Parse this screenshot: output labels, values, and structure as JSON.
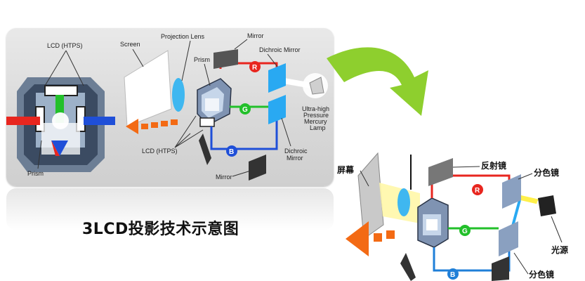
{
  "caption": "3LCD投影技术示意图",
  "english_labels": {
    "lcd_top": "LCD (HTPS)",
    "screen": "Screen",
    "projection_lens": "Projection Lens",
    "mirror_top": "Mirror",
    "prism_small": "Prism",
    "dichroic_top": "Dichroic Mirror",
    "lamp_1": "Ultra-high",
    "lamp_2": "Pressure",
    "lamp_3": "Mercury",
    "lamp_4": "Lamp",
    "lcd_mid": "LCD (HTPS)",
    "prism_left": "Prism",
    "dichroic_bottom_1": "Dichroic",
    "dichroic_bottom_2": "Mirror",
    "mirror_bottom": "Mirror"
  },
  "chinese_labels": {
    "screen": "屏幕",
    "mirror": "反射镜",
    "dichroic_top": "分色镜",
    "light_source": "光源",
    "dichroic_bottom": "分色镜"
  },
  "channel_markers": {
    "red": "R",
    "green": "G",
    "blue": "B"
  },
  "colors": {
    "red_beam": "#e8261f",
    "green_beam": "#22c02a",
    "blue_beam": "#1f4fd8",
    "mirror_blue": "#29a9f2",
    "arrow_orange": "#f36a14",
    "curve_arrow_green": "#8ecf2e"
  }
}
